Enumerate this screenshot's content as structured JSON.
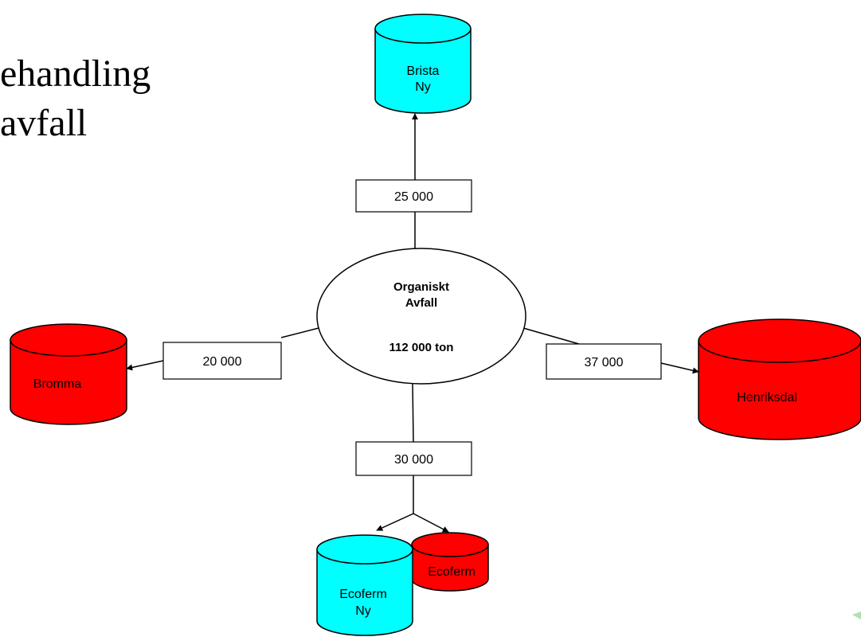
{
  "title": {
    "line1": "ehandling",
    "line2": "avfall"
  },
  "center": {
    "line1": "Organiskt",
    "line2": "Avfall",
    "amount": "112 000 ton"
  },
  "flows": {
    "brista": "25 000",
    "bromma": "20 000",
    "henriksdal": "37 000",
    "ecoferm": "30 000"
  },
  "destinations": {
    "brista_line1": "Brista",
    "brista_line2": "Ny",
    "bromma": "Bromma",
    "henriksdal": "Henriksdal",
    "ecoferm_ny_line1": "Ecoferm",
    "ecoferm_ny_line2": "Ny",
    "ecoferm": "Ecoferm"
  },
  "colors": {
    "new_plant": "#00ffff",
    "existing_plant": "#ff0000",
    "outline": "#000000"
  }
}
